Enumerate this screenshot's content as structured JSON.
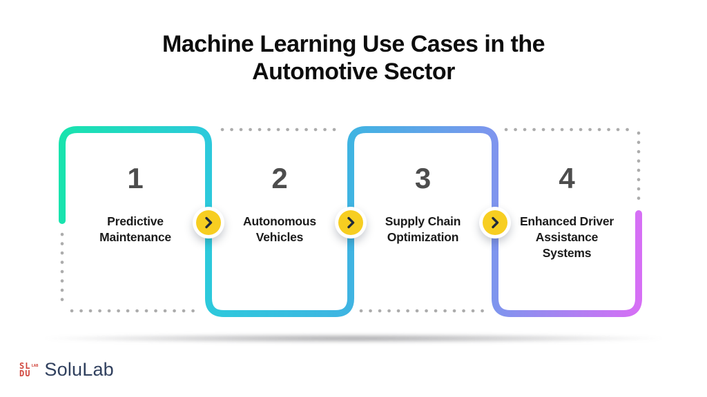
{
  "title": {
    "text": "Machine Learning Use Cases in the\nAutomotive Sector"
  },
  "steps": [
    {
      "number": "1",
      "label": "Predictive\nMaintenance"
    },
    {
      "number": "2",
      "label": "Autonomous\nVehicles"
    },
    {
      "number": "3",
      "label": "Supply Chain\nOptimization"
    },
    {
      "number": "4",
      "label": "Enhanced Driver\nAssistance\nSystems"
    }
  ],
  "icons": {
    "arrow": "chevron-right"
  },
  "brand": {
    "name": "SoluLab",
    "mark_top": "SL",
    "mark_bottom": "DU",
    "mark_side": "LAB"
  },
  "colors": {
    "pathStart": "#19e3ae",
    "pathCyan": "#2dc9dc",
    "pathMid": "#3fb4e2",
    "pathBlue": "#7e95ee",
    "pathEnd": "#d66ff5",
    "dots": "#acacac",
    "arrowBg": "#f7ce21",
    "arrowRing": "#ffffff",
    "chevron": "#222b3a",
    "title": "#0d0d0d",
    "number": "#4d4d4d",
    "label": "#1b1b1b",
    "brandNavy": "#30405e",
    "brandRed": "#d0453c"
  }
}
